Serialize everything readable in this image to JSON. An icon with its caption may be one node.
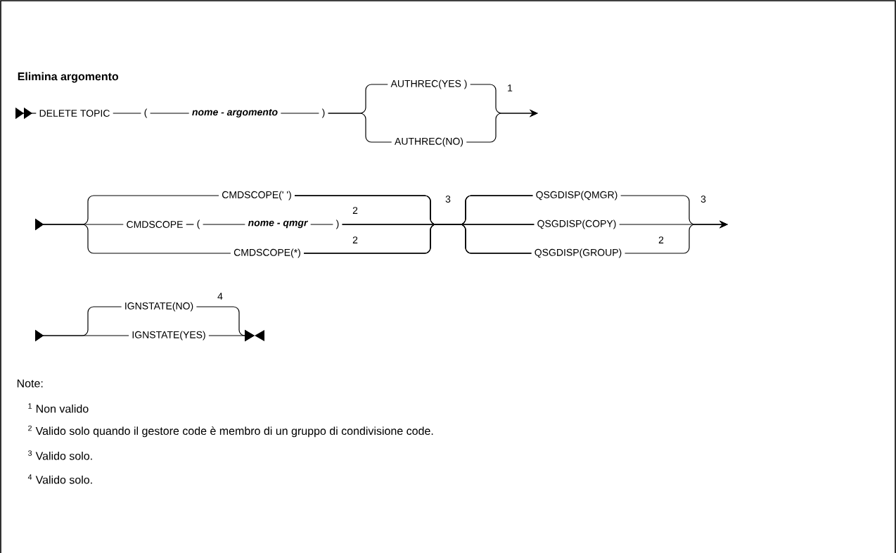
{
  "diagram": {
    "title": "Elimina argomento",
    "nodes": [
      {
        "text": [
          "DELETE TOPIC"
        ]
      },
      {
        "text": [
          "("
        ]
      },
      {
        "text": [
          "nome - argomento"
        ]
      },
      {
        "text": [
          ")"
        ]
      },
      {
        "text": [
          "AUTHREC(YES )"
        ]
      },
      {
        "text": [
          "AUTHREC(NO)"
        ]
      },
      {
        "text": [
          "CMDSCOPE(' ')"
        ]
      },
      {
        "text": [
          "CMDSCOPE"
        ]
      },
      {
        "text": [
          "("
        ]
      },
      {
        "text": [
          "nome - qmgr"
        ]
      },
      {
        "text": [
          ")"
        ]
      },
      {
        "text": [
          "CMDSCOPE(*)"
        ]
      },
      {
        "text": [
          "QSGDISP(QMGR)"
        ]
      },
      {
        "text": [
          "QSGDISP(COPY)"
        ]
      },
      {
        "text": [
          "QSGDISP(GROUP)"
        ]
      },
      {
        "text": [
          "IGNSTATE(NO)"
        ]
      },
      {
        "text": [
          "IGNSTATE(YES)"
        ]
      }
    ],
    "edges": [
      {
        "from": null,
        "to": 0,
        "arrow": "to"
      },
      {
        "from": 0,
        "to": 1,
        "arrow": "none"
      },
      {
        "from": 1,
        "to": 2,
        "arrow": "none"
      },
      {
        "from": 2,
        "to": 3,
        "arrow": "none"
      },
      {
        "from": 3,
        "to": 4,
        "arrow": "none"
      },
      {
        "from": 3,
        "to": 5,
        "arrow": "none"
      },
      {
        "from": 4,
        "to": null,
        "arrow": "to"
      },
      {
        "from": 5,
        "to": null,
        "arrow": "to"
      },
      {
        "from": null,
        "to": 6,
        "arrow": "to"
      },
      {
        "from": null,
        "to": 7,
        "arrow": "to"
      },
      {
        "from": null,
        "to": 11,
        "arrow": "to"
      },
      {
        "from": 7,
        "to": 8,
        "arrow": "none"
      },
      {
        "from": 8,
        "to": 9,
        "arrow": "none"
      },
      {
        "from": 9,
        "to": 10,
        "arrow": "none"
      },
      {
        "from": 6,
        "to": 12,
        "arrow": "none"
      },
      {
        "from": 6,
        "to": 13,
        "arrow": "none"
      },
      {
        "from": 6,
        "to": 14,
        "arrow": "none"
      },
      {
        "from": 10,
        "to": 12,
        "arrow": "none"
      },
      {
        "from": 10,
        "to": 13,
        "arrow": "none"
      },
      {
        "from": 10,
        "to": 14,
        "arrow": "none"
      },
      {
        "from": 11,
        "to": 12,
        "arrow": "none"
      },
      {
        "from": 11,
        "to": 13,
        "arrow": "none"
      },
      {
        "from": 11,
        "to": 14,
        "arrow": "none"
      },
      {
        "from": 12,
        "to": null,
        "arrow": "to"
      },
      {
        "from": 13,
        "to": null,
        "arrow": "to"
      },
      {
        "from": 14,
        "to": null,
        "arrow": "to"
      },
      {
        "from": null,
        "to": 15,
        "arrow": "to"
      },
      {
        "from": null,
        "to": 16,
        "arrow": "to"
      },
      {
        "from": 15,
        "to": null,
        "arrow": "to"
      },
      {
        "from": 16,
        "to": null,
        "arrow": "to"
      }
    ],
    "labels": [
      "1",
      "3",
      "3",
      "2",
      "2",
      "2",
      "4",
      "Note:",
      "$^{1}$ Non valido",
      "$^{2}$ Valido solo quando il gestore code è membro di un gruppo di condivisione code.",
      "$^{3}$ Valido solo.",
      "$^{4}$ Valido solo."
    ]
  }
}
